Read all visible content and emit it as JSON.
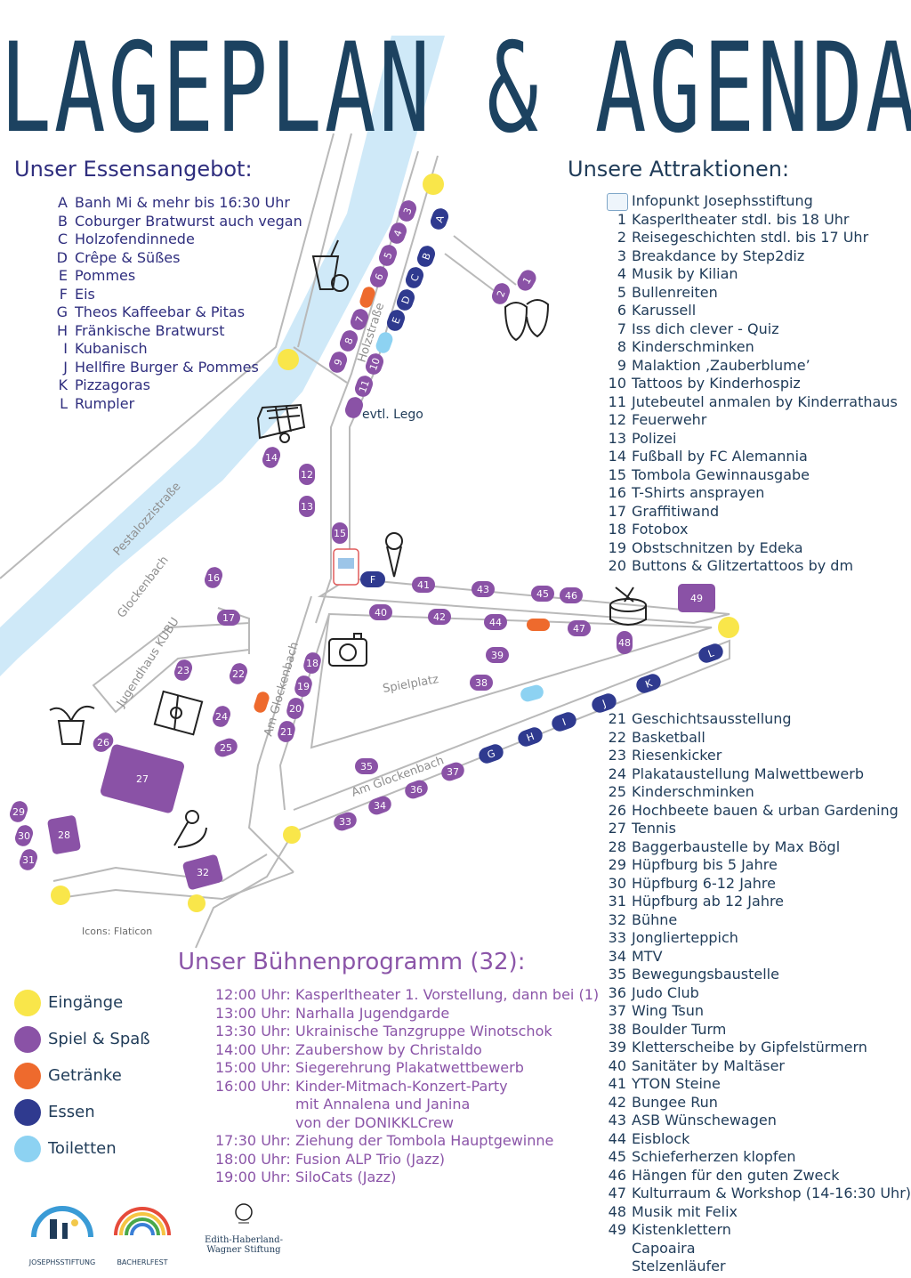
{
  "title": "LAGEPLAN & AGENDA",
  "food": {
    "heading": "Unser Essensangebot:",
    "items": [
      {
        "k": "A",
        "v": "Banh Mi & mehr bis 16:30 Uhr"
      },
      {
        "k": "B",
        "v": "Coburger Bratwurst auch vegan"
      },
      {
        "k": "C",
        "v": "Holzofendinnede"
      },
      {
        "k": "D",
        "v": "Crêpe & Süßes"
      },
      {
        "k": "E",
        "v": "Pommes"
      },
      {
        "k": "F",
        "v": "Eis"
      },
      {
        "k": "G",
        "v": "Theos Kaffeebar & Pitas"
      },
      {
        "k": "H",
        "v": "Fränkische Bratwurst"
      },
      {
        "k": "I",
        "v": "Kubanisch"
      },
      {
        "k": "J",
        "v": "Hellfire Burger & Pommes"
      },
      {
        "k": "K",
        "v": "Pizzagoras"
      },
      {
        "k": "L",
        "v": "Rumpler"
      }
    ]
  },
  "attractions": {
    "heading": "Unsere Attraktionen:",
    "info": "Infopunkt Josephsstiftung",
    "items": [
      {
        "k": "1",
        "v": "Kasperltheater stdl. bis 18 Uhr"
      },
      {
        "k": "2",
        "v": "Reisegeschichten stdl. bis 17 Uhr"
      },
      {
        "k": "3",
        "v": "Breakdance by Step2diz"
      },
      {
        "k": "4",
        "v": "Musik by Kilian"
      },
      {
        "k": "5",
        "v": "Bullenreiten"
      },
      {
        "k": "6",
        "v": "Karussell"
      },
      {
        "k": "7",
        "v": "Iss dich clever - Quiz"
      },
      {
        "k": "8",
        "v": "Kinderschminken"
      },
      {
        "k": "9",
        "v": "Malaktion ‚Zauberblume’"
      },
      {
        "k": "10",
        "v": "Tattoos by Kinderhospiz"
      },
      {
        "k": "11",
        "v": "Jutebeutel anmalen by Kinderrathaus"
      },
      {
        "k": "12",
        "v": "Feuerwehr"
      },
      {
        "k": "13",
        "v": "Polizei"
      },
      {
        "k": "14",
        "v": "Fußball by FC Alemannia"
      },
      {
        "k": "15",
        "v": "Tombola Gewinnausgabe"
      },
      {
        "k": "16",
        "v": "T-Shirts ansprayen"
      },
      {
        "k": "17",
        "v": "Graffitiwand"
      },
      {
        "k": "18",
        "v": "Fotobox"
      },
      {
        "k": "19",
        "v": "Obstschnitzen by Edeka"
      },
      {
        "k": "20",
        "v": "Buttons & Glitzertattoos by dm"
      }
    ],
    "items2": [
      {
        "k": "21",
        "v": "Geschichtsausstellung"
      },
      {
        "k": "22",
        "v": "Basketball"
      },
      {
        "k": "23",
        "v": "Riesenkicker"
      },
      {
        "k": "24",
        "v": "Plakataustellung Malwettbewerb"
      },
      {
        "k": "25",
        "v": "Kinderschminken"
      },
      {
        "k": "26",
        "v": "Hochbeete bauen & urban Gardening"
      },
      {
        "k": "27",
        "v": "Tennis"
      },
      {
        "k": "28",
        "v": "Baggerbaustelle by Max Bögl"
      },
      {
        "k": "29",
        "v": "Hüpfburg bis 5 Jahre"
      },
      {
        "k": "30",
        "v": "Hüpfburg 6-12 Jahre"
      },
      {
        "k": "31",
        "v": "Hüpfburg ab 12 Jahre"
      },
      {
        "k": "32",
        "v": "Bühne"
      },
      {
        "k": "33",
        "v": "Jonglierteppich"
      },
      {
        "k": "34",
        "v": "MTV"
      },
      {
        "k": "35",
        "v": "Bewegungsbaustelle"
      },
      {
        "k": "36",
        "v": "Judo Club"
      },
      {
        "k": "37",
        "v": "Wing Tsun"
      },
      {
        "k": "38",
        "v": "Boulder Turm"
      },
      {
        "k": "39",
        "v": "Kletterscheibe by Gipfelstürmern"
      },
      {
        "k": "40",
        "v": "Sanitäter by Maltäser"
      },
      {
        "k": "41",
        "v": "YTON Steine"
      },
      {
        "k": "42",
        "v": "Bungee Run"
      },
      {
        "k": "43",
        "v": "ASB Wünschewagen"
      },
      {
        "k": "44",
        "v": "Eisblock"
      },
      {
        "k": "45",
        "v": "Schieferherzen klopfen"
      },
      {
        "k": "46",
        "v": "Hängen für den guten Zweck"
      },
      {
        "k": "47",
        "v": "Kulturraum & Workshop (14-16:30 Uhr)"
      },
      {
        "k": "48",
        "v": "Musik mit Felix"
      },
      {
        "k": "49",
        "v": "Kistenklettern"
      },
      {
        "k": "",
        "v": "Capoaira"
      },
      {
        "k": "",
        "v": "Stelzenläufer"
      }
    ]
  },
  "stage": {
    "heading": "Unser Bühnenprogramm (32):",
    "items": [
      {
        "t": "12:00 Uhr:",
        "v": "Kasperltheater 1. Vorstellung, dann bei (1)"
      },
      {
        "t": "13:00 Uhr:",
        "v": "Narhalla Jugendgarde"
      },
      {
        "t": "13:30 Uhr:",
        "v": "Ukrainische Tanzgruppe Winotschok"
      },
      {
        "t": "14:00 Uhr:",
        "v": "Zaubershow by Christaldo"
      },
      {
        "t": "15:00 Uhr:",
        "v": "Siegerehrung Plakatwettbewerb"
      },
      {
        "t": "16:00 Uhr:",
        "v": "Kinder-Mitmach-Konzert-Party"
      },
      {
        "t": "",
        "v": "mit Annalena und Janina"
      },
      {
        "t": "",
        "v": "von der DONIKKLCrew"
      },
      {
        "t": "17:30 Uhr:",
        "v": "Ziehung der Tombola Hauptgewinne"
      },
      {
        "t": "18:00 Uhr:",
        "v": "Fusion ALP Trio (Jazz)"
      },
      {
        "t": "19:00 Uhr:",
        "v": "SiloCats (Jazz)"
      }
    ]
  },
  "legend": [
    {
      "label": "Eingänge",
      "color": "#f9e64a"
    },
    {
      "label": "Spiel & Spaß",
      "color": "#8a52a6"
    },
    {
      "label": "Getränke",
      "color": "#ee6a2d"
    },
    {
      "label": "Essen",
      "color": "#2f3a8f"
    },
    {
      "label": "Toiletten",
      "color": "#8dd2f2"
    }
  ],
  "map": {
    "streets": {
      "holzstrasse": "Holzstraße",
      "pestalozzi": "Pestalozzistraße",
      "glockenbach": "Glockenbach",
      "am_glockenbach_1": "Am Glockenbach",
      "am_glockenbach_2": "Am Glockenbach",
      "jugendhaus": "Jugendhaus KUBU",
      "spielplatz": "Spielplatz"
    },
    "lego": "evtl. Lego",
    "credit": "Icons: Flaticon"
  },
  "logos": {
    "josephs": "JOSEPHSSTIFTUNG",
    "bacherl": "BACHERLFEST",
    "edith": "Edith-Haberland-Wagner Stiftung"
  },
  "colors": {
    "river": "#cfe9f8",
    "road": "#b9b9b9",
    "purple": "#8a52a6",
    "navy": "#2f3a8f",
    "orange": "#ee6a2d",
    "yellow": "#f9e64a",
    "lightblue": "#8dd2f2"
  }
}
